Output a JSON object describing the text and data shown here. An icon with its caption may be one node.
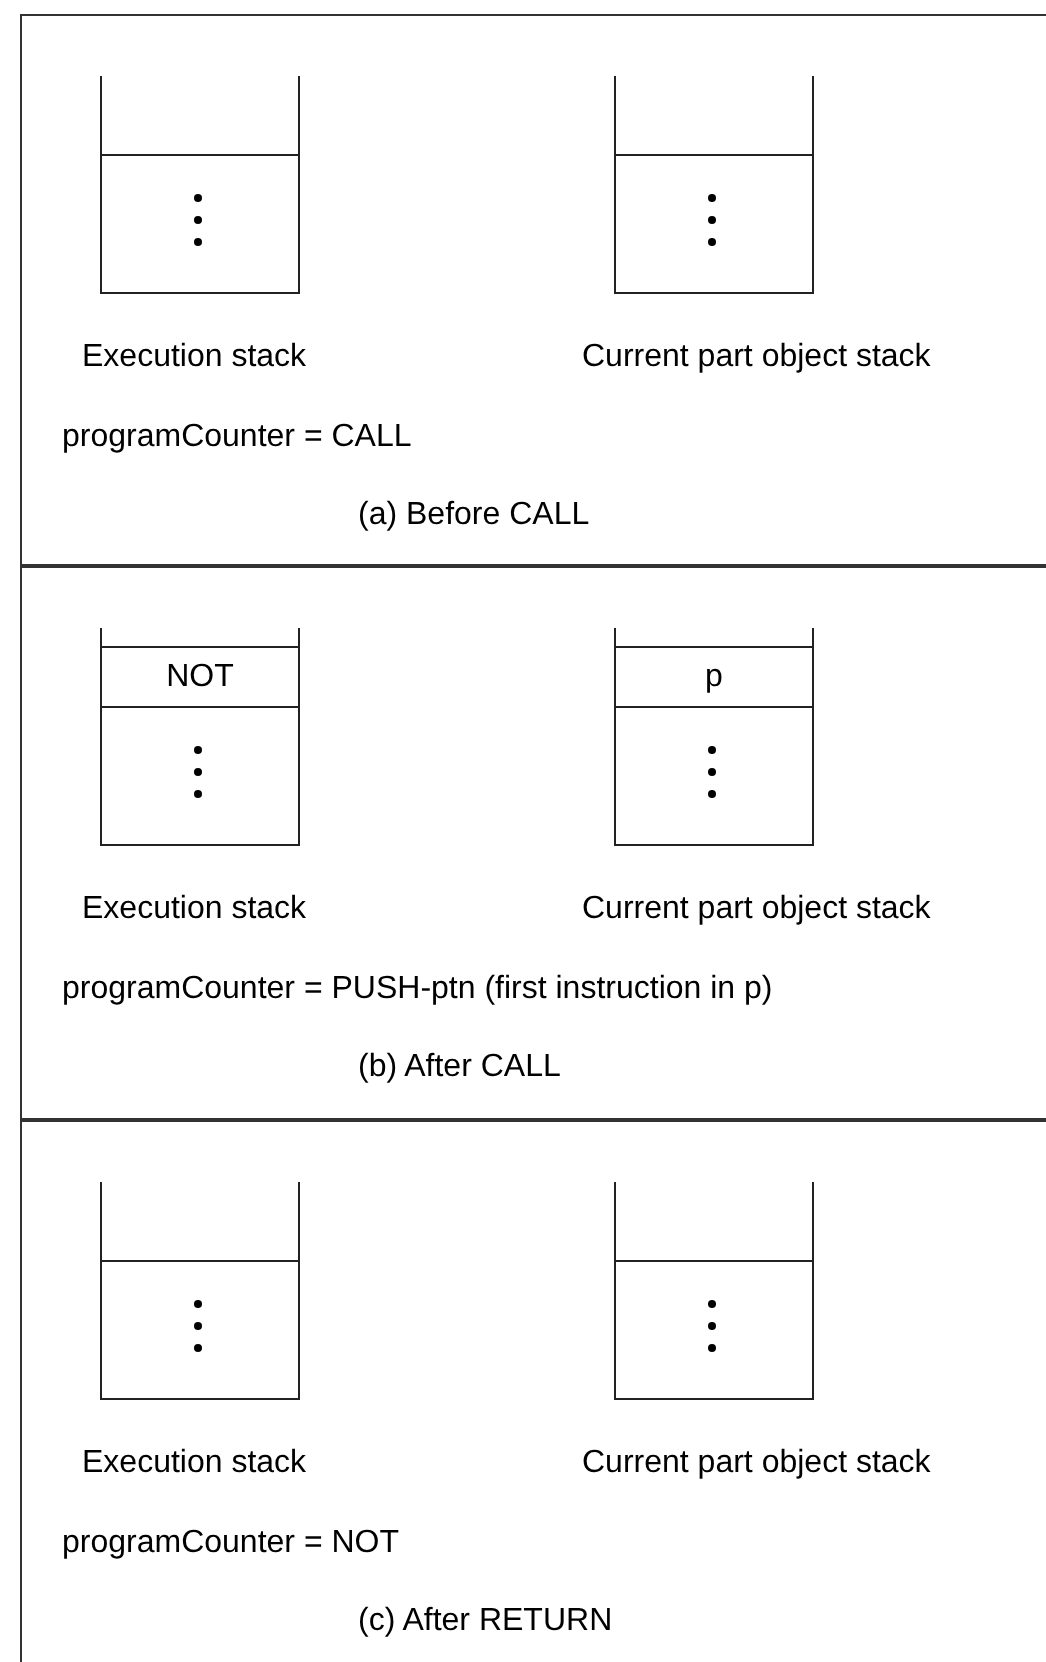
{
  "diagram": {
    "nodes": [
      {
        "text": [
          "programCounter = CALL",
          "(a) Before CALL"
        ]
      },
      {
        "text": [],
        "shape": "container",
        "in": 0,
        "beside": [
          "Execution stack"
        ]
      },
      {
        "text": [],
        "shape": "container",
        "in": 0,
        "beside": [
          "Current part object stack"
        ]
      },
      {
        "text": [
          "programCounter = PUSH-ptn (first instruction in p)",
          "(b) After CALL"
        ]
      },
      {
        "text": [],
        "shape": "container",
        "in": 3,
        "beside": [
          "Execution stack"
        ]
      },
      {
        "text": [
          "NOT"
        ],
        "in": 4
      },
      {
        "text": [],
        "shape": "container",
        "in": 3,
        "beside": [
          "Current part object stack"
        ]
      },
      {
        "text": [
          "p"
        ],
        "in": 6
      },
      {
        "text": [
          "programCounter = NOT",
          "(c) After RETURN"
        ]
      },
      {
        "text": [],
        "shape": "container",
        "in": 8,
        "beside": [
          "Execution stack"
        ]
      },
      {
        "text": [],
        "shape": "container",
        "in": 8,
        "beside": [
          "Current part object stack"
        ]
      }
    ]
  }
}
